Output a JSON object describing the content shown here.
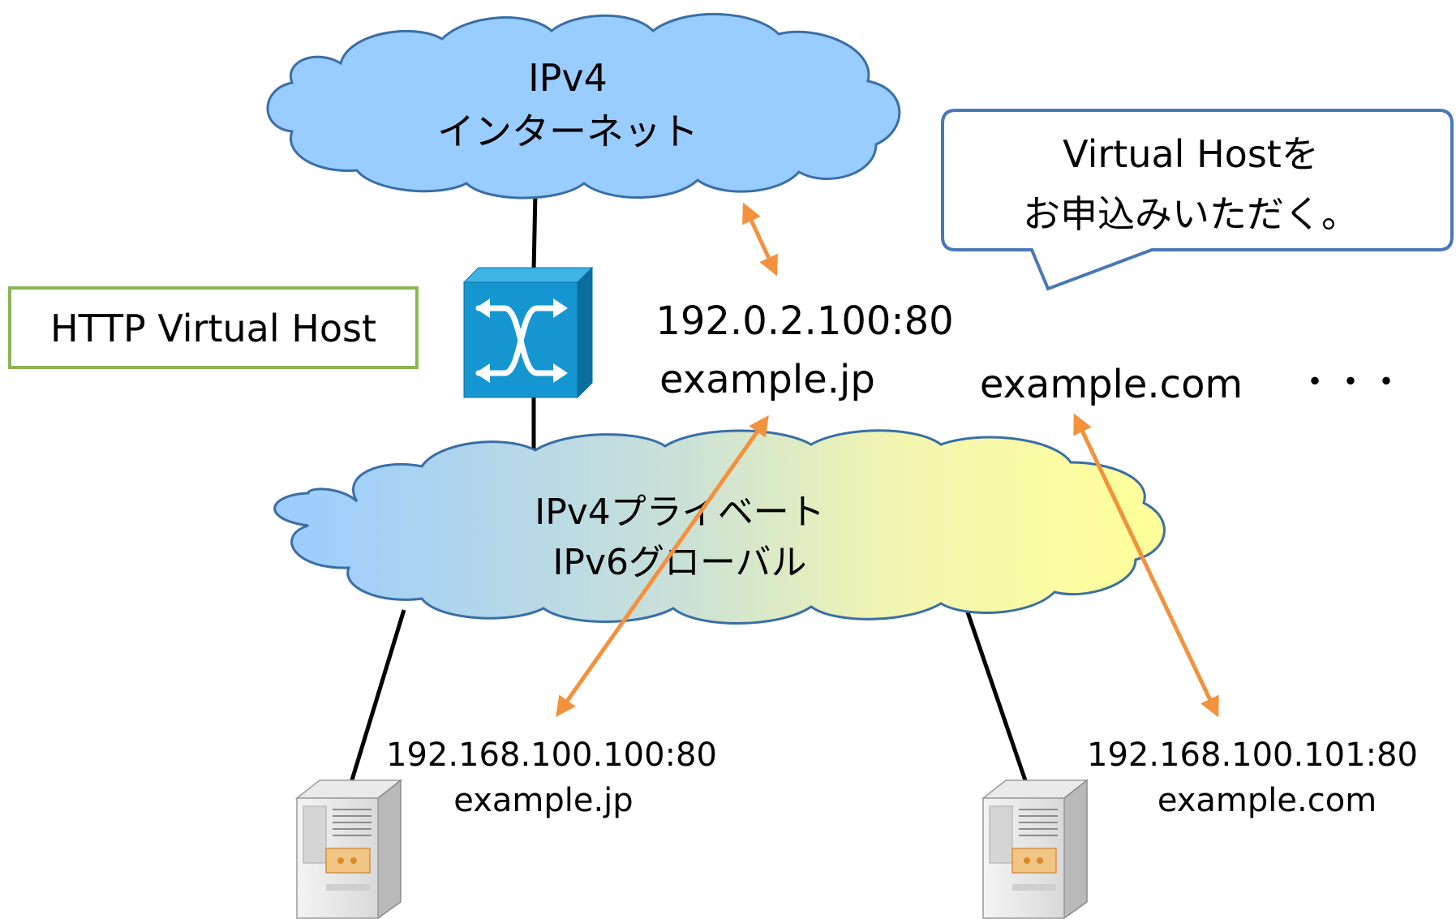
{
  "internet_cloud": {
    "line1": "IPv4",
    "line2": "インターネット"
  },
  "private_cloud": {
    "line1": "IPv4プライベート",
    "line2": "IPv6グローバル"
  },
  "speech_bubble": {
    "line1": "Virtual Hostを",
    "line2": "お申込みいただく。"
  },
  "title_box": {
    "label": "HTTP Virtual Host"
  },
  "public_endpoint": {
    "address": "192.0.2.100:80",
    "host": "example.jp"
  },
  "second_host": {
    "host": "example.com"
  },
  "more_indicator": "・・・",
  "server_left": {
    "address": "192.168.100.100:80",
    "host": "example.jp"
  },
  "server_right": {
    "address": "192.168.100.101:80",
    "host": "example.com"
  },
  "colors": {
    "internet_cloud_fill": "#99ccff",
    "cloud_outline": "#3a6ea5",
    "private_cloud_left": "#99ccff",
    "private_cloud_right": "#ffff99",
    "arrow": "#f4913c",
    "bubble_border": "#4a78b6",
    "title_border": "#8cb454",
    "switch_front": "#1596d0",
    "switch_side": "#0a6f9e",
    "switch_top": "#3fb4e4"
  }
}
